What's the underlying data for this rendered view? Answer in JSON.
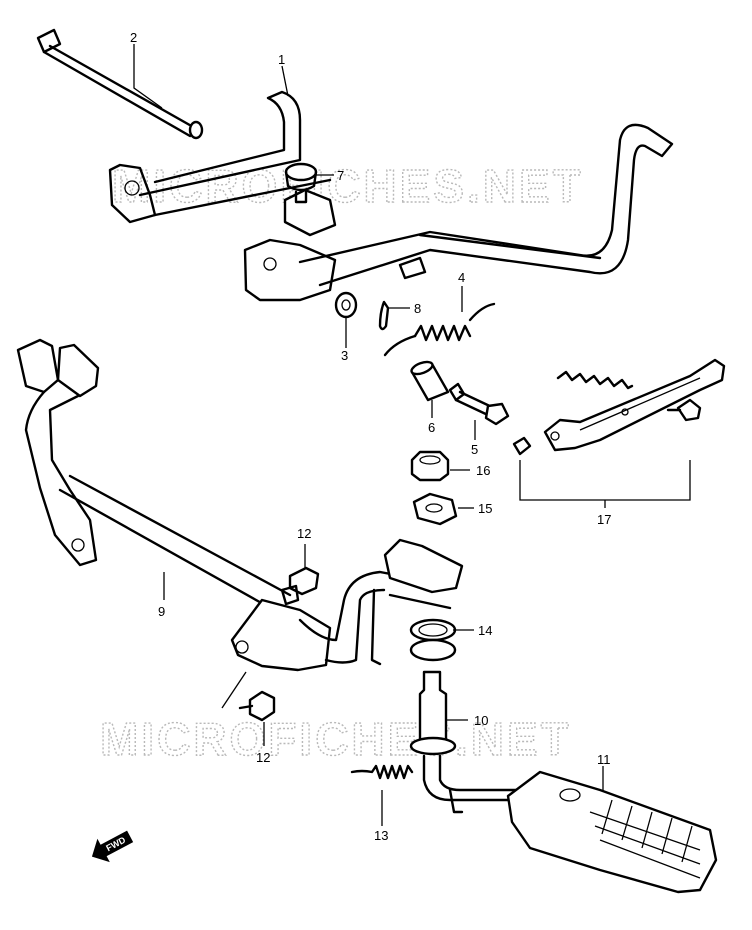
{
  "watermark": "MICROFICHES.NET",
  "fwd_label": "FWD",
  "callouts": {
    "c1": "1",
    "c2": "2",
    "c3": "3",
    "c4": "4",
    "c5": "5",
    "c6": "6",
    "c7": "7",
    "c8": "8",
    "c9": "9",
    "c10": "10",
    "c11": "11",
    "c12a": "12",
    "c12b": "12",
    "c13": "13",
    "c14": "14",
    "c15": "15",
    "c16": "16",
    "c17": "17"
  },
  "colors": {
    "line": "#000000",
    "watermark": "#b9b9b9",
    "background": "#ffffff"
  },
  "icons": [
    "fwd-arrow-icon"
  ]
}
